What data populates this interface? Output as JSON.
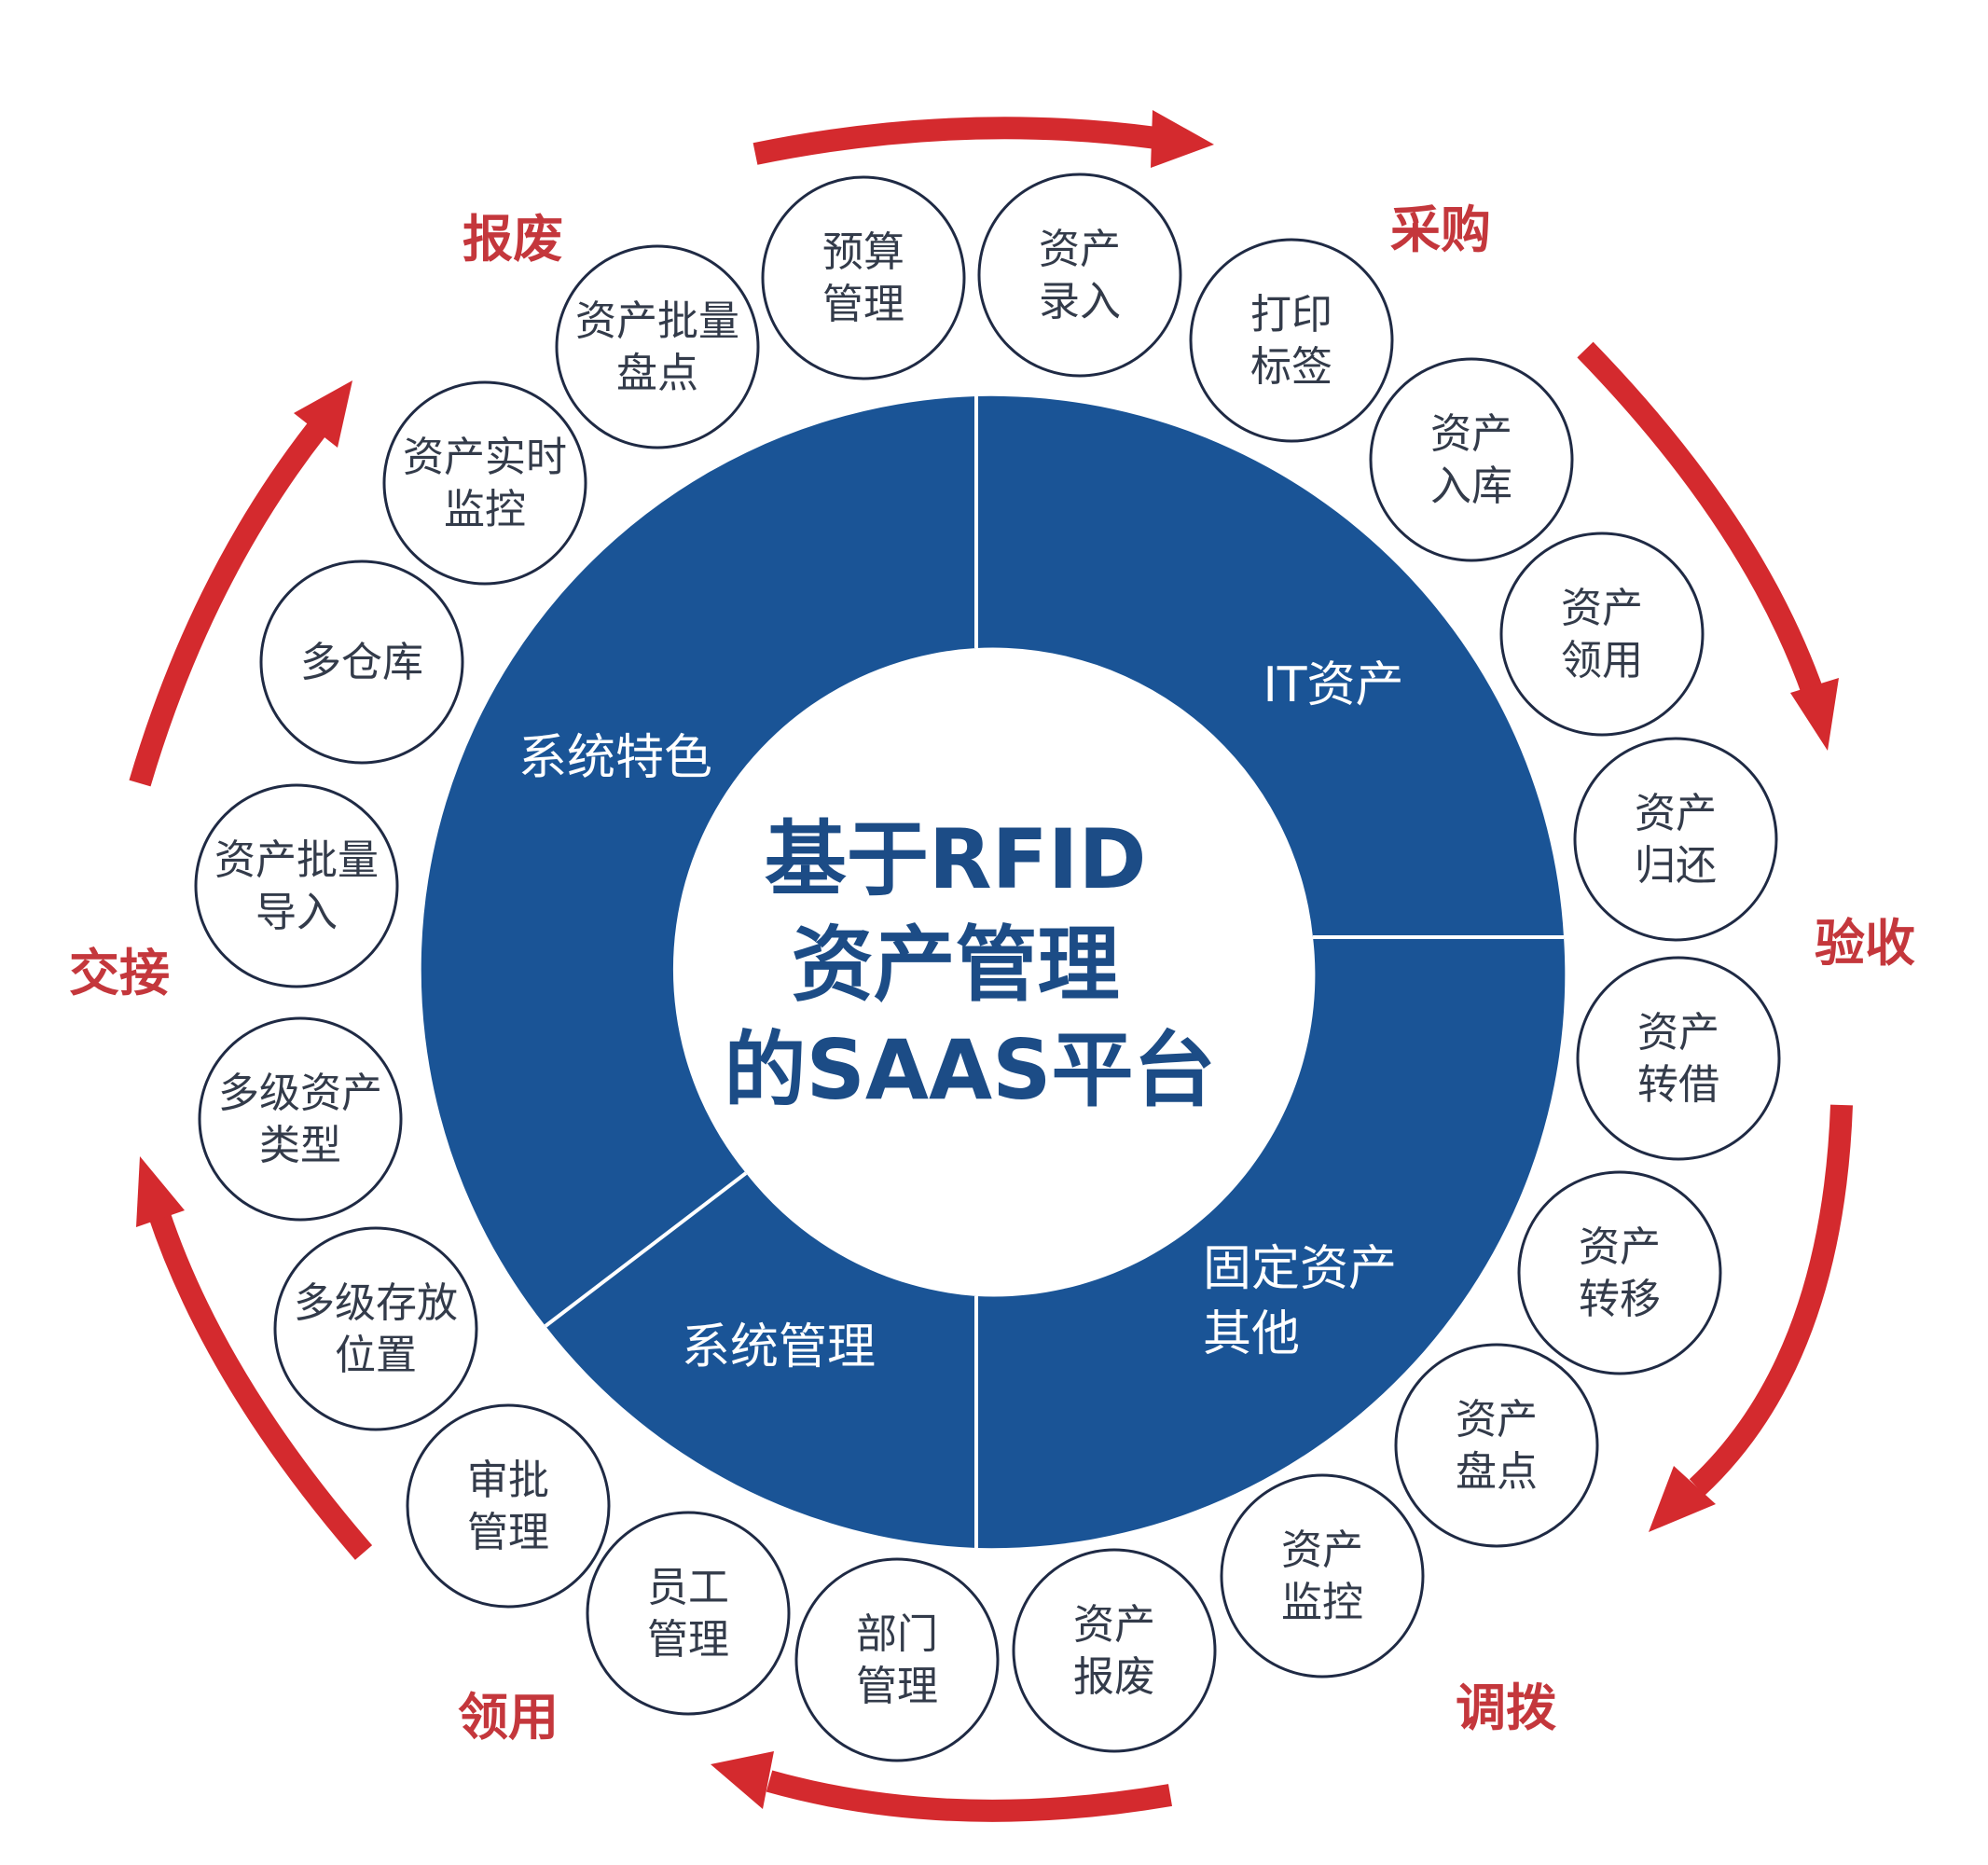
{
  "center": {
    "line1": "基于RFID",
    "line2": "资产管理",
    "line3": "的SAAS平台"
  },
  "segments": {
    "it_assets": {
      "lines": [
        "IT资产"
      ]
    },
    "fixed_assets": {
      "lines": [
        "固定资产",
        "其他"
      ]
    },
    "system_management": {
      "lines": [
        "系统管理"
      ]
    },
    "system_features": {
      "lines": [
        "系统特色"
      ]
    }
  },
  "features": [
    {
      "lines": [
        "预算",
        "管理"
      ]
    },
    {
      "lines": [
        "资产",
        "录入"
      ]
    },
    {
      "lines": [
        "打印",
        "标签"
      ]
    },
    {
      "lines": [
        "资产",
        "入库"
      ]
    },
    {
      "lines": [
        "资产",
        "领用"
      ]
    },
    {
      "lines": [
        "资产",
        "归还"
      ]
    },
    {
      "lines": [
        "资产",
        "转借"
      ]
    },
    {
      "lines": [
        "资产",
        "转移"
      ]
    },
    {
      "lines": [
        "资产",
        "盘点"
      ]
    },
    {
      "lines": [
        "资产",
        "监控"
      ]
    },
    {
      "lines": [
        "资产",
        "报废"
      ]
    },
    {
      "lines": [
        "部门",
        "管理"
      ]
    },
    {
      "lines": [
        "员工",
        "管理"
      ]
    },
    {
      "lines": [
        "审批",
        "管理"
      ]
    },
    {
      "lines": [
        "多级存放",
        "位置"
      ]
    },
    {
      "lines": [
        "多级资产",
        "类型"
      ]
    },
    {
      "lines": [
        "资产批量",
        "导入"
      ]
    },
    {
      "lines": [
        "多仓库"
      ]
    },
    {
      "lines": [
        "资产实时",
        "监控"
      ]
    },
    {
      "lines": [
        "资产批量",
        "盘点"
      ]
    }
  ],
  "stages": {
    "procurement": "采购",
    "acceptance": "验收",
    "allocation": "调拨",
    "requisition": "领用",
    "handover": "交接",
    "disposal": "报废"
  },
  "colors": {
    "ring_blue": "#1a5496",
    "center_text_blue": "#1c4c86",
    "arrow_red": "#d42a2e",
    "stage_red": "#c4373c",
    "bubble_border": "#1f2a44"
  }
}
